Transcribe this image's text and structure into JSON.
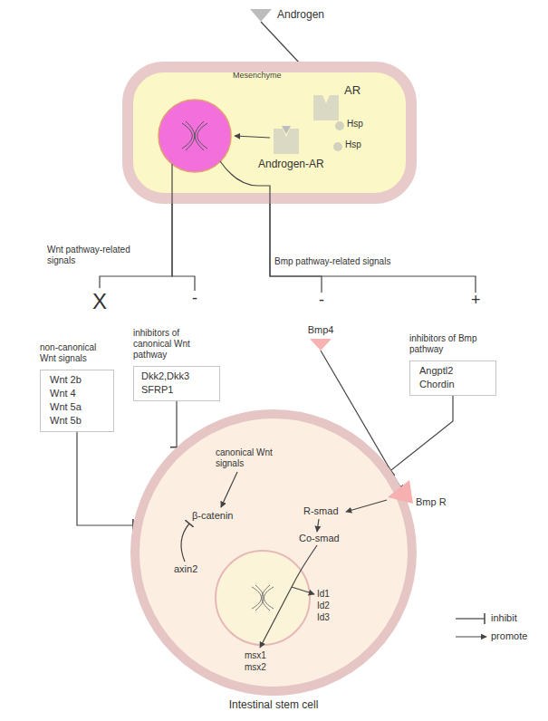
{
  "diagram": {
    "nodes": [
      {
        "text": [
          "Androgen"
        ]
      },
      {
        "text": [
          "Mesenchyme"
        ]
      },
      {
        "text": [
          "AR"
        ],
        "in": 1
      },
      {
        "text": [
          "Hsp"
        ],
        "in": 1
      },
      {
        "text": [
          "Hsp"
        ],
        "in": 1
      },
      {
        "text": [
          "Androgen-AR"
        ],
        "in": 1
      },
      {
        "text": [
          "non-canonical Wnt signals",
          "Wnt 2b Wnt 4 Wnt 5a Wnt 5b"
        ]
      },
      {
        "text": [
          "inhibitors of canonical Wnt pathway",
          "Dkk2,Dkk3 SFRP1"
        ]
      },
      {
        "text": [
          "Bmp4"
        ]
      },
      {
        "text": [
          "inhibitors of Bmp pathway",
          "Angptl2 Chordin"
        ]
      },
      {
        "text": [
          "Intestinal stem cell"
        ]
      }
    ],
    "edges": [
      {
        "from": 0,
        "to": 2,
        "arrow": "to"
      },
      {
        "from": 2,
        "to": 5,
        "arrow": "to"
      },
      {
        "from": 2,
        "to": 4,
        "arrow": "to"
      },
      {
        "from": 1,
        "to": 6,
        "arrow": "none"
      },
      {
        "from": 1,
        "to": 7,
        "arrow": "none"
      },
      {
        "from": 1,
        "to": 8,
        "arrow": "none"
      },
      {
        "from": 1,
        "to": 9,
        "arrow": "none"
      },
      {
        "from": 6,
        "to": 10,
        "arrow": "to"
      },
      {
        "from": 7,
        "to": 10,
        "arrow": "to"
      },
      {
        "from": 8,
        "to": 10,
        "arrow": "to"
      },
      {
        "from": 9,
        "to": 10,
        "arrow": "to"
      }
    ],
    "labels": [
      "Wnt pathway-related signals",
      "Bmp pathway-related signals",
      "X",
      "-",
      "-",
      "+",
      "canonical Wnt signals",
      "β-catenin",
      "axin2",
      "R-smad",
      "Co-smad",
      "Bmp R",
      "Id1",
      "Id2",
      "Id3",
      "msx1",
      "msx2"
    ],
    "legend": [
      {
        "text": "inhibit"
      },
      {
        "text": "promote"
      }
    ]
  }
}
